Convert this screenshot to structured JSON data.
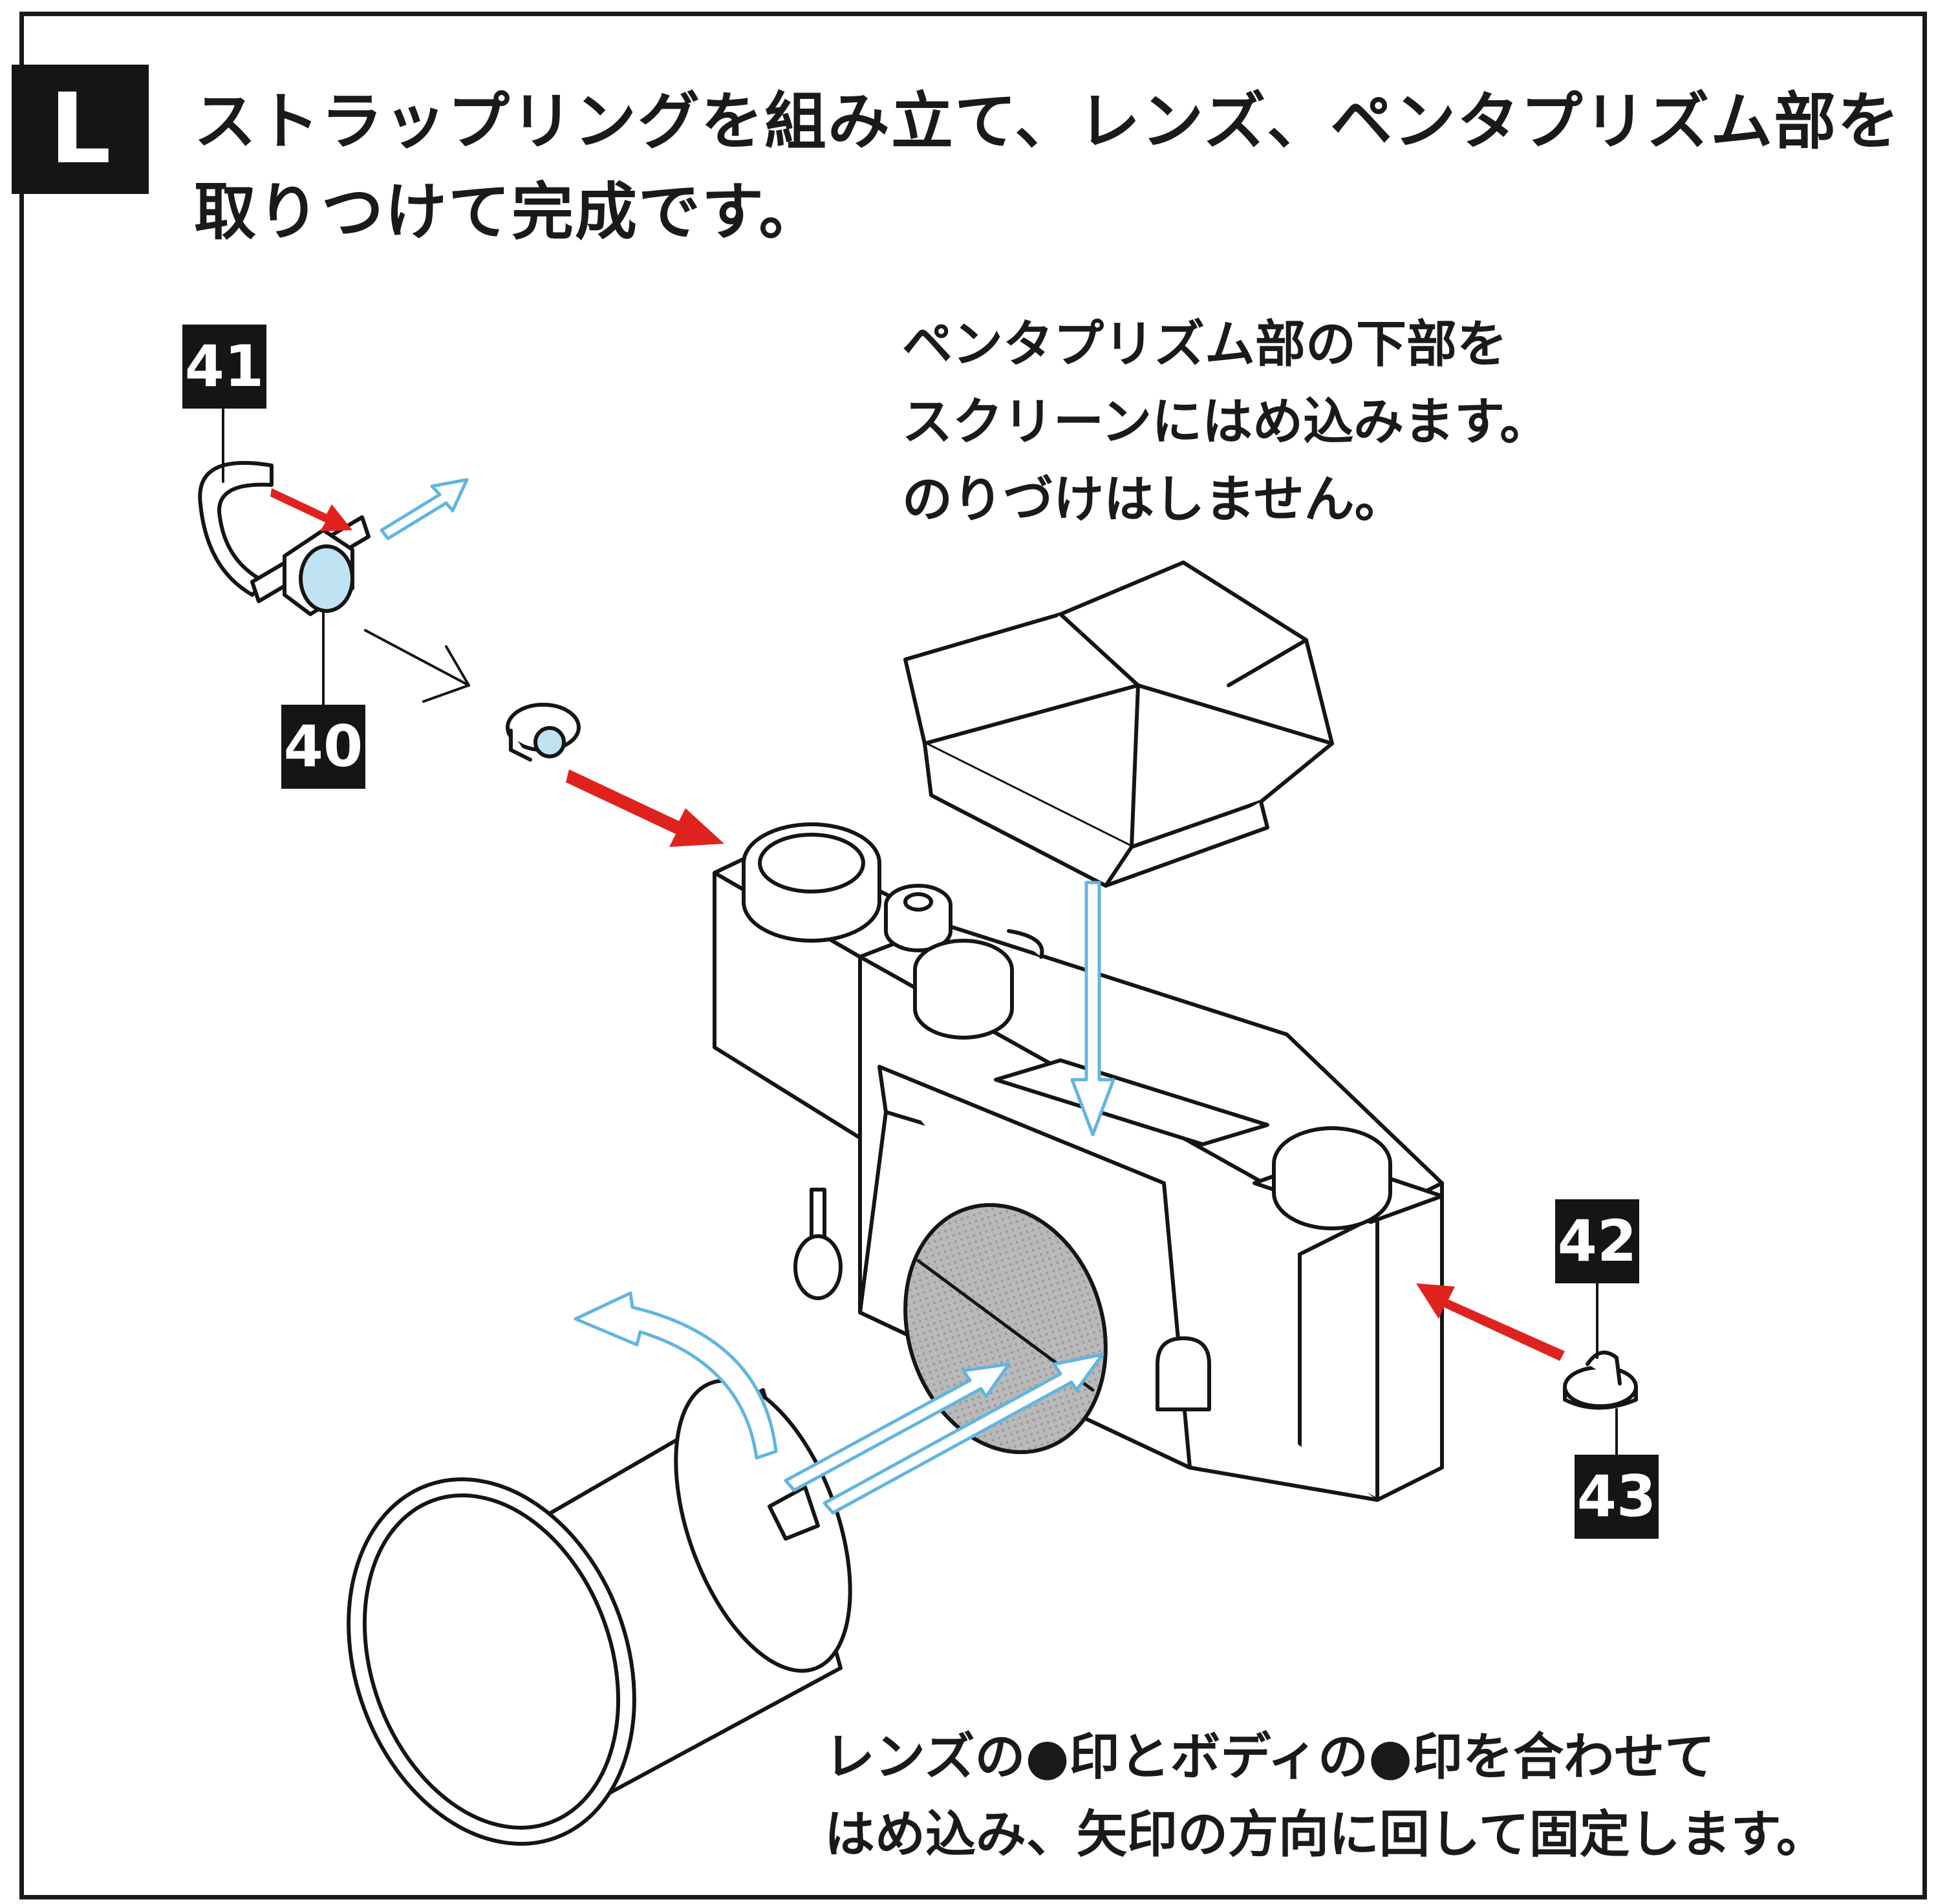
{
  "step": {
    "letter": "L"
  },
  "heading": {
    "line1": "ストラップリングを組み立て、レンズ、ペンタプリズム部を",
    "line2": "取りつけて完成です。"
  },
  "notes": {
    "prism": [
      "ペンタプリズム部の下部を",
      "スクリーンにはめ込みます。",
      "のりづけはしません。"
    ],
    "lens": [
      "レンズの●印とボディの●印を合わせて",
      "はめ込み、矢印の方向に回して固定します。"
    ]
  },
  "part_numbers": {
    "p41": "41",
    "p40": "40",
    "p42": "42",
    "p43": "43"
  },
  "colors": {
    "red_arrow": "#e0221f",
    "blue_arrow": "#62b5e0",
    "part_fill": "#bfe3f2",
    "ink": "#151515"
  }
}
